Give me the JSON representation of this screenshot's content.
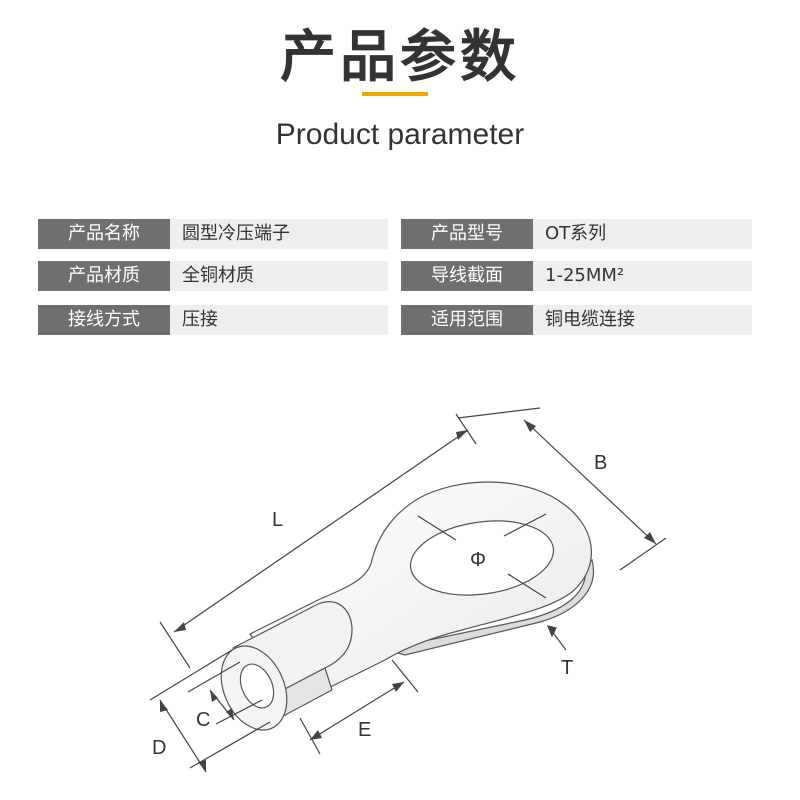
{
  "header": {
    "title": "产品参数",
    "subtitle": "Product parameter",
    "accent_color": "#f0a800"
  },
  "specs": [
    [
      {
        "label": "产品名称",
        "value": "圆型冷压端子"
      },
      {
        "label": "产品型号",
        "value": "OT系列"
      }
    ],
    [
      {
        "label": "产品材质",
        "value": "全铜材质"
      },
      {
        "label": "导线截面",
        "value": "1-25MM²"
      }
    ],
    [
      {
        "label": "接线方式",
        "value": "压接"
      },
      {
        "label": "适用范围",
        "value": "铜电缆连接"
      }
    ]
  ],
  "diagram": {
    "labels": {
      "L": "L",
      "B": "B",
      "T": "T",
      "E": "E",
      "C": "C",
      "D": "D",
      "phi": "Φ"
    }
  },
  "colors": {
    "label_bg": "#6f6f6f",
    "value_bg": "#eeeeee"
  }
}
